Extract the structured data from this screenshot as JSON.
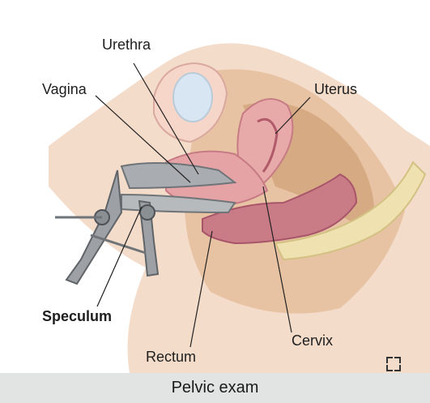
{
  "figure": {
    "labels": {
      "urethra": "Urethra",
      "vagina": "Vagina",
      "uterus": "Uterus",
      "speculum": "Speculum",
      "cervix": "Cervix",
      "rectum": "Rectum"
    },
    "caption": "Pelvic exam",
    "expand_icon": "expand-icon"
  }
}
